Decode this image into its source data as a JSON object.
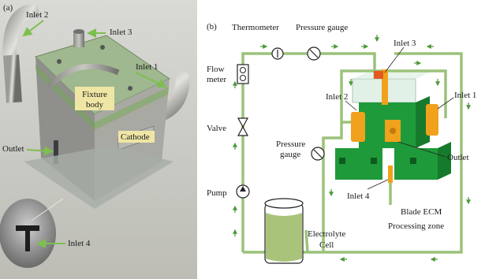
{
  "panel_a": {
    "tag": "(a)",
    "labels": {
      "inlet2": "Inlet 2",
      "inlet3": "Inlet 3",
      "inlet1": "Inlet 1",
      "fixture_line1": "Fixture",
      "fixture_line2": "body",
      "cathode": "Cathode",
      "outlet": "Outlet",
      "inlet4": "Inlet 4"
    }
  },
  "panel_b": {
    "tag": "(b)",
    "labels": {
      "thermometer": "Thermometer",
      "pressure_gauge_top": "Pressure gauge",
      "flow_line1": "Flow",
      "flow_line2": "meter",
      "valve": "Valve",
      "pump": "Pump",
      "pressure_gauge_mid_line1": "Pressure",
      "pressure_gauge_mid_line2": "gauge",
      "electrolyte_line1": "Electrolyte",
      "electrolyte_line2": "Cell",
      "inlet3": "Inlet 3",
      "inlet2": "Inlet 2",
      "inlet1": "Inlet 1",
      "outlet": "Outlet",
      "inlet4": "Inlet 4",
      "zone_line1": "Blade ECM",
      "zone_line2": "Processing zone"
    }
  },
  "colors": {
    "pipe": "#9cc27a",
    "arrow": "#4d9a3a",
    "fixture_green": "#1f9a3a",
    "brass": "#f0a21c",
    "electrolyte": "#a9c47a"
  }
}
